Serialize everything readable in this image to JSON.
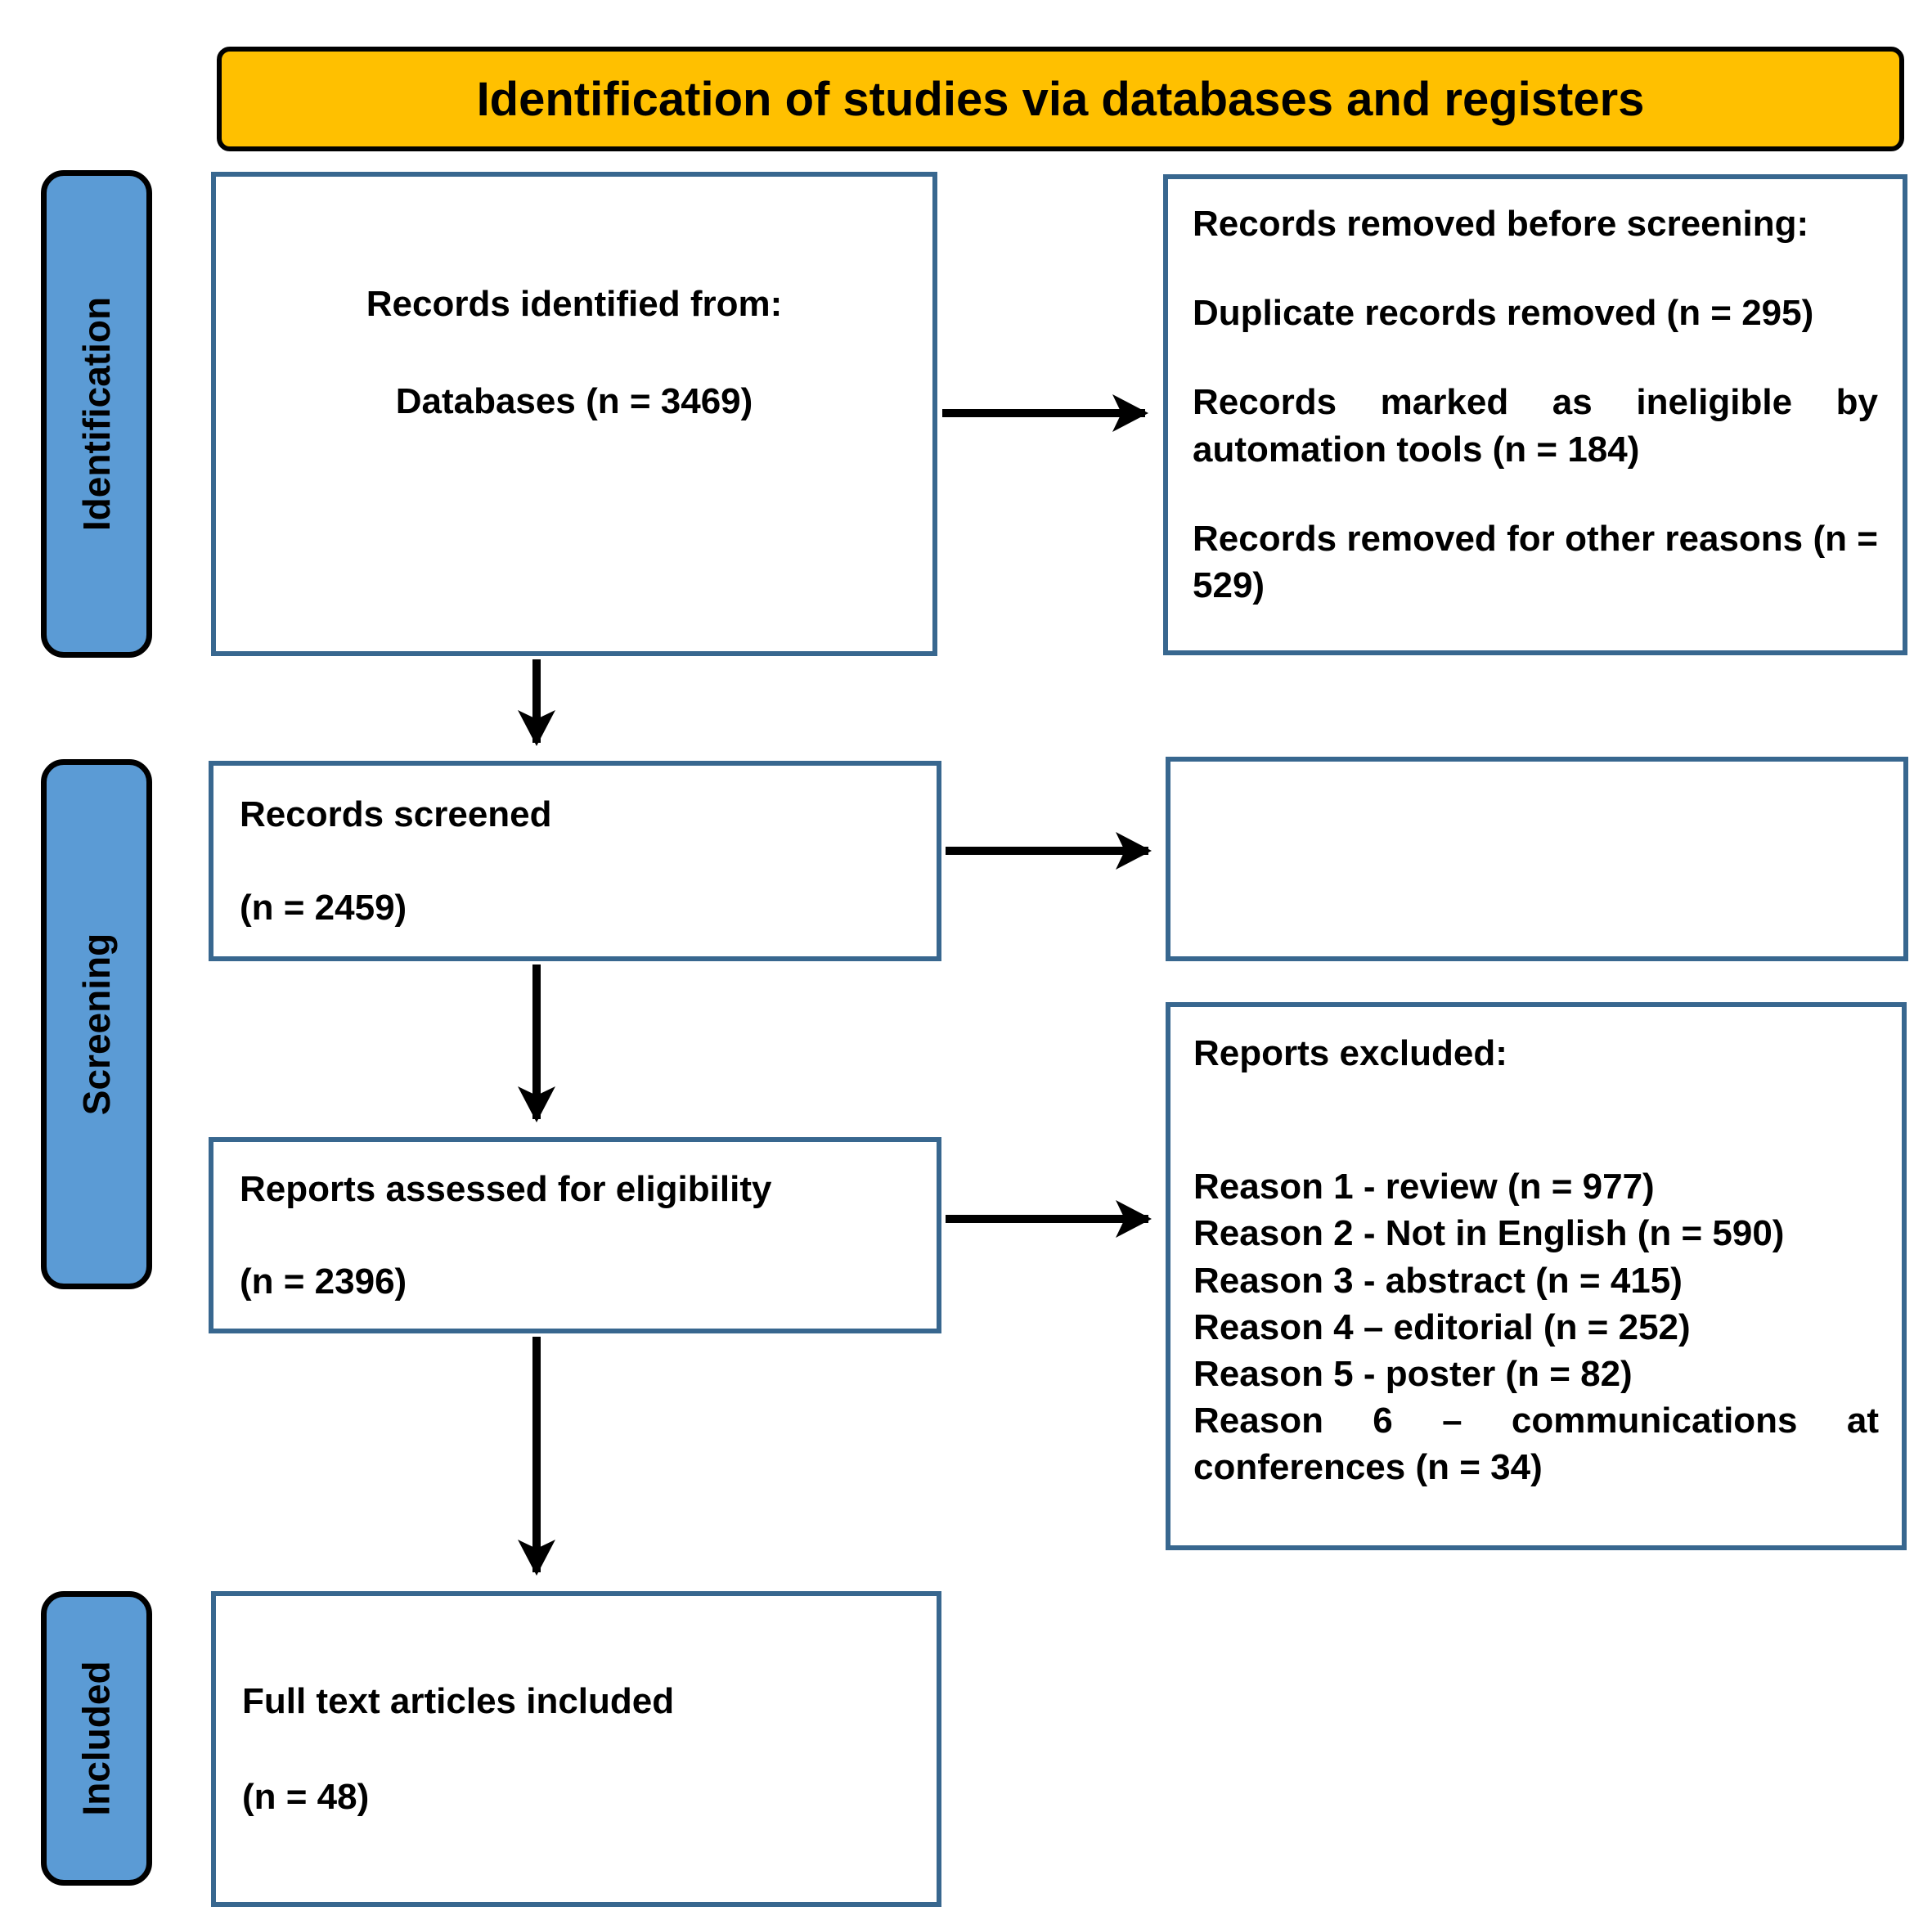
{
  "title": "Identification of studies via databases and registers",
  "stages": {
    "identification": "Identification",
    "screening": "Screening",
    "included": "Included"
  },
  "boxes": {
    "records_identified": {
      "line1": "Records identified from:",
      "line2": "Databases (n = 3469)"
    },
    "records_removed": {
      "heading": "Records removed before screening:",
      "items": [
        "Duplicate records removed (n = 295)",
        "Records marked as ineligible by automation tools (n = 184)",
        "Records removed for other reasons (n = 529)"
      ]
    },
    "records_screened": {
      "line1": "Records screened",
      "line2": "(n = 2459)"
    },
    "reports_assessed": {
      "line1": "Reports assessed for eligibility",
      "line2": "(n = 2396)"
    },
    "reports_excluded": {
      "heading": "Reports excluded:",
      "items": [
        "Reason 1 - review (n = 977)",
        "Reason 2 - Not in English (n = 590)",
        "Reason 3 - abstract (n = 415)",
        "Reason 4 – editorial (n = 252)",
        "Reason 5 - poster (n = 82)",
        "Reason 6 – communications at conferences (n = 34)"
      ]
    },
    "full_text_included": {
      "line1": "Full text articles included",
      "line2": "(n = 48)"
    }
  },
  "colors": {
    "banner_fill": "#FFC000",
    "stage_fill": "#5B9BD5",
    "box_border": "#38678F",
    "arrow": "#000000",
    "text": "#000000"
  }
}
